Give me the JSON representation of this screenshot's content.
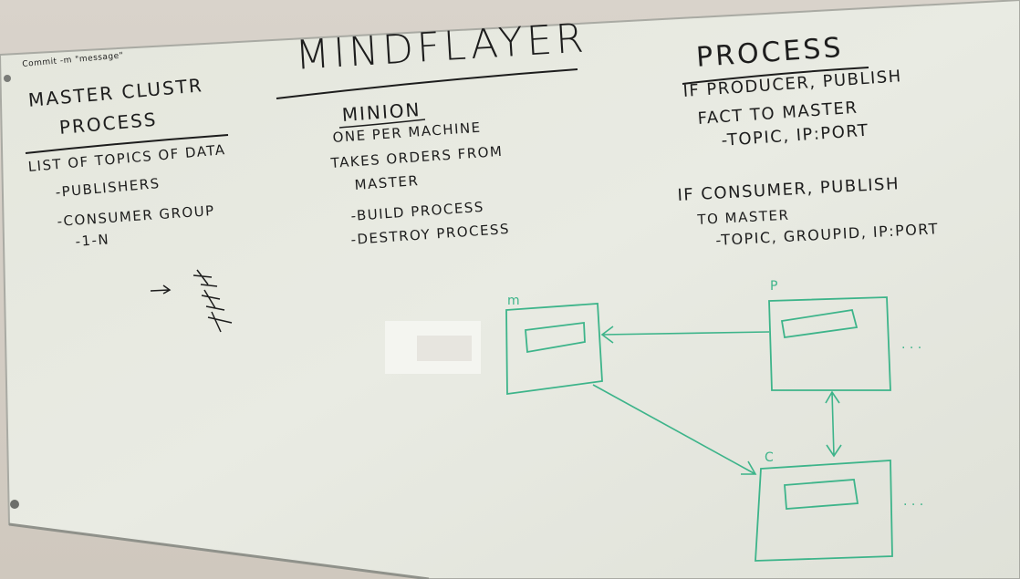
{
  "board": {
    "commit_note": "Commit -m \"message\"",
    "title": "MINDFLAYER",
    "left": {
      "heading_line1": "MASTER CLUSTR",
      "heading_line2": "PROCESS",
      "item1": "LIST OF TOPICS OF DATA",
      "item2": "-PUBLISHERS",
      "item3": "-CONSUMER GROUP",
      "item4": "-1-N"
    },
    "middle": {
      "heading": "MINION",
      "line1": "ONE PER MACHINE",
      "line2": "TAKES ORDERS FROM",
      "line3": "MASTER",
      "line4": "-BUILD PROCESS",
      "line5": "-DESTROY PROCESS"
    },
    "right": {
      "heading": "PROCESS",
      "line1": "IF PRODUCER, PUBLISH",
      "line2": "FACT TO MASTER",
      "line3": "-TOPIC, IP:PORT",
      "line4": "IF CONSUMER, PUBLISH",
      "line5": "TO MASTER",
      "line6": "-TOPIC, GROUPID, IP:PORT"
    },
    "diagram": {
      "label_m": "m",
      "label_p": "P",
      "label_c": "C",
      "ellipsis_p": ". . .",
      "ellipsis_c": ". . ."
    }
  }
}
